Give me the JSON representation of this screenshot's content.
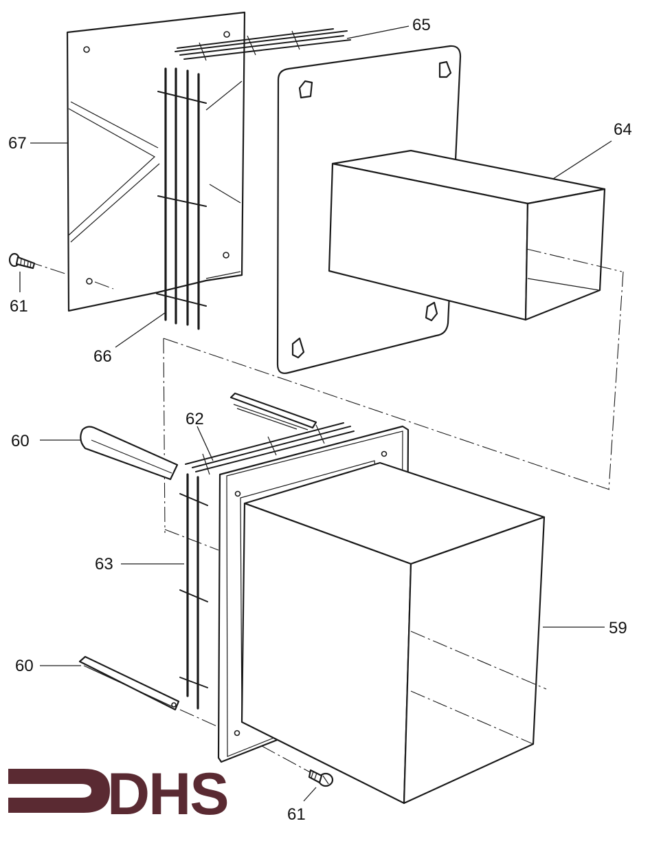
{
  "diagram": {
    "labels": {
      "l59": "59",
      "l60a": "60",
      "l60b": "60",
      "l61a": "61",
      "l61b": "61",
      "l62": "62",
      "l63": "63",
      "l64": "64",
      "l65": "65",
      "l66": "66",
      "l67": "67"
    }
  },
  "logo": {
    "text": "DHS",
    "color": "#5a2a32"
  },
  "colors": {
    "line": "#1a1a1a",
    "background": "#ffffff"
  }
}
